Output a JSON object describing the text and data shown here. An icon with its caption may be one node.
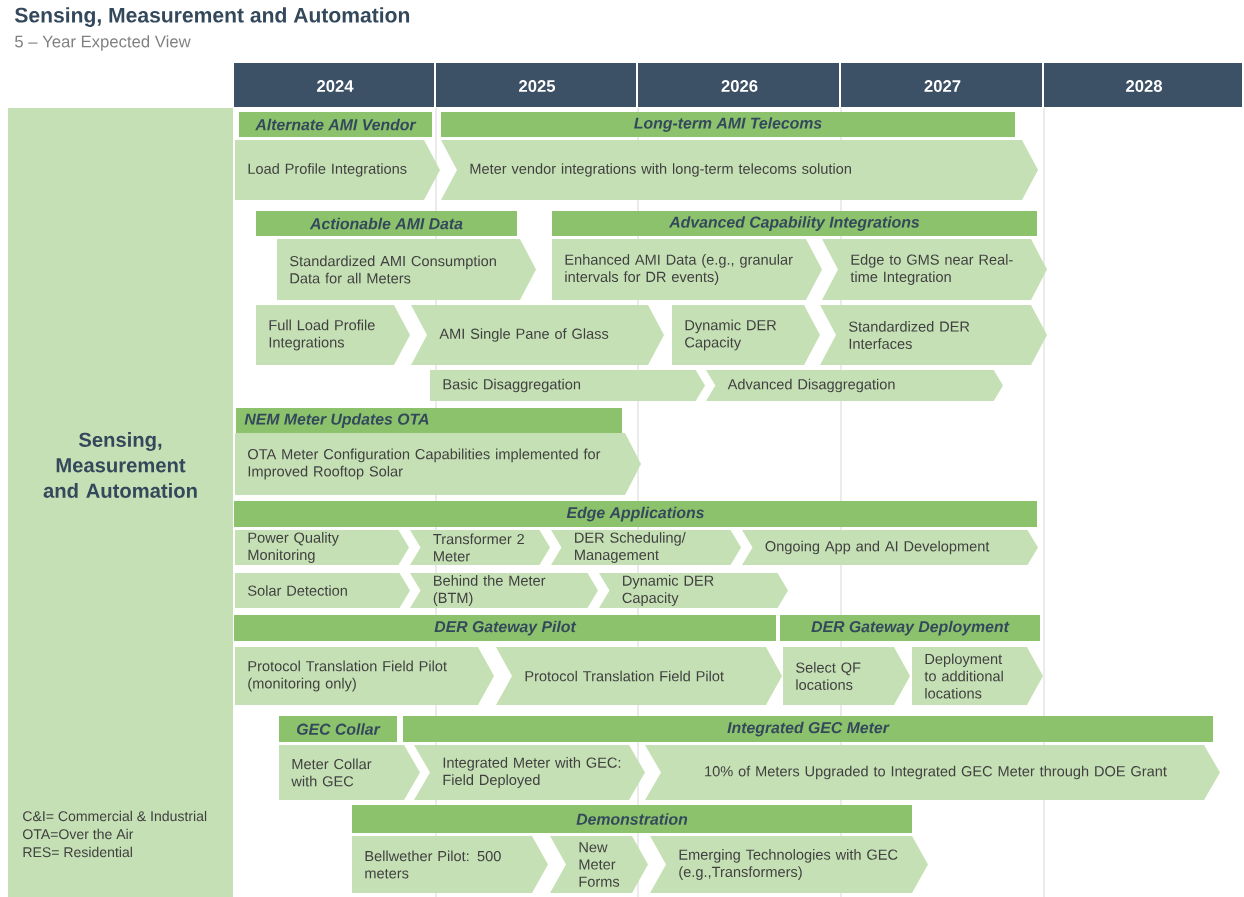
{
  "diagram": {
    "title": "Sensing, Measurement and Automation",
    "nodes": [
      {
        "text": [
          "Sensing, Measurement and Automation"
        ]
      },
      {
        "text": [
          "Alternate AMI Vendor"
        ]
      },
      {
        "text": [
          "Long-term AMI Telecoms"
        ]
      },
      {
        "text": [
          "Load Profile Integrations"
        ]
      },
      {
        "text": [
          "Meter vendor integrations with long-term telecoms solution"
        ]
      },
      {
        "text": [
          "Actionable AMI Data"
        ]
      },
      {
        "text": [
          "Advanced Capability Integrations"
        ]
      },
      {
        "text": [
          "Standardized AMI Consumption Data for all Meters"
        ]
      },
      {
        "text": [
          "Enhanced AMI Data (e.g., granular intervals for DR events)"
        ]
      },
      {
        "text": [
          "Edge to GMS near Real-time Integration"
        ]
      },
      {
        "text": [
          "Full Load Profile Integrations"
        ]
      },
      {
        "text": [
          "AMI Single Pane of Glass"
        ]
      },
      {
        "text": [
          "Dynamic DER Capacity"
        ]
      },
      {
        "text": [
          "Standardized DER Interfaces"
        ]
      },
      {
        "text": [
          "Basic Disaggregation"
        ]
      },
      {
        "text": [
          "Advanced Disaggregation"
        ]
      },
      {
        "text": [
          "NEM Meter Updates OTA"
        ]
      },
      {
        "text": [
          "OTA Meter Configuration Capabilities implemented for Improved Rooftop Solar"
        ]
      },
      {
        "text": [
          "Edge Applications"
        ]
      },
      {
        "text": [
          "Power Quality Monitoring"
        ]
      },
      {
        "text": [
          "Transformer 2 Meter"
        ]
      },
      {
        "text": [
          "DER Scheduling/ Management"
        ]
      },
      {
        "text": [
          "Ongoing App and AI Development"
        ]
      },
      {
        "text": [
          "Solar Detection"
        ]
      },
      {
        "text": [
          "Behind the Meter (BTM)"
        ]
      },
      {
        "text": [
          "Dynamic DER Capacity"
        ]
      },
      {
        "text": [
          "DER Gateway Pilot"
        ]
      },
      {
        "text": [
          "DER Gateway Deployment"
        ]
      },
      {
        "text": [
          "Protocol Translation Field Pilot (monitoring only)"
        ]
      },
      {
        "text": [
          "Protocol Translation Field Pilot"
        ]
      },
      {
        "text": [
          "Select QF locations"
        ]
      },
      {
        "text": [
          "Deployment to additional locations"
        ]
      },
      {
        "text": [
          "GEC Collar"
        ]
      },
      {
        "text": [
          "Integrated GEC Meter"
        ]
      },
      {
        "text": [
          "Meter Collar with GEC"
        ]
      },
      {
        "text": [
          "Integrated Meter with GEC: Field Deployed"
        ]
      },
      {
        "text": [
          "10% of Meters Upgraded to Integrated GEC Meter through DOE Grant"
        ]
      },
      {
        "text": [
          "Demonstration"
        ]
      },
      {
        "text": [
          "Bellwether Pilot: 500 meters"
        ]
      },
      {
        "text": [
          "New Meter Forms"
        ]
      },
      {
        "text": [
          "Emerging Technologies with GEC (e.g.,Transformers)"
        ]
      }
    ],
    "labels": [
      "5 – Year Expected View",
      "2024",
      "2025",
      "2026",
      "2027",
      "2028",
      "C&I= Commercial & Industrial",
      "OTA=Over the Air",
      "RES= Residential"
    ]
  }
}
